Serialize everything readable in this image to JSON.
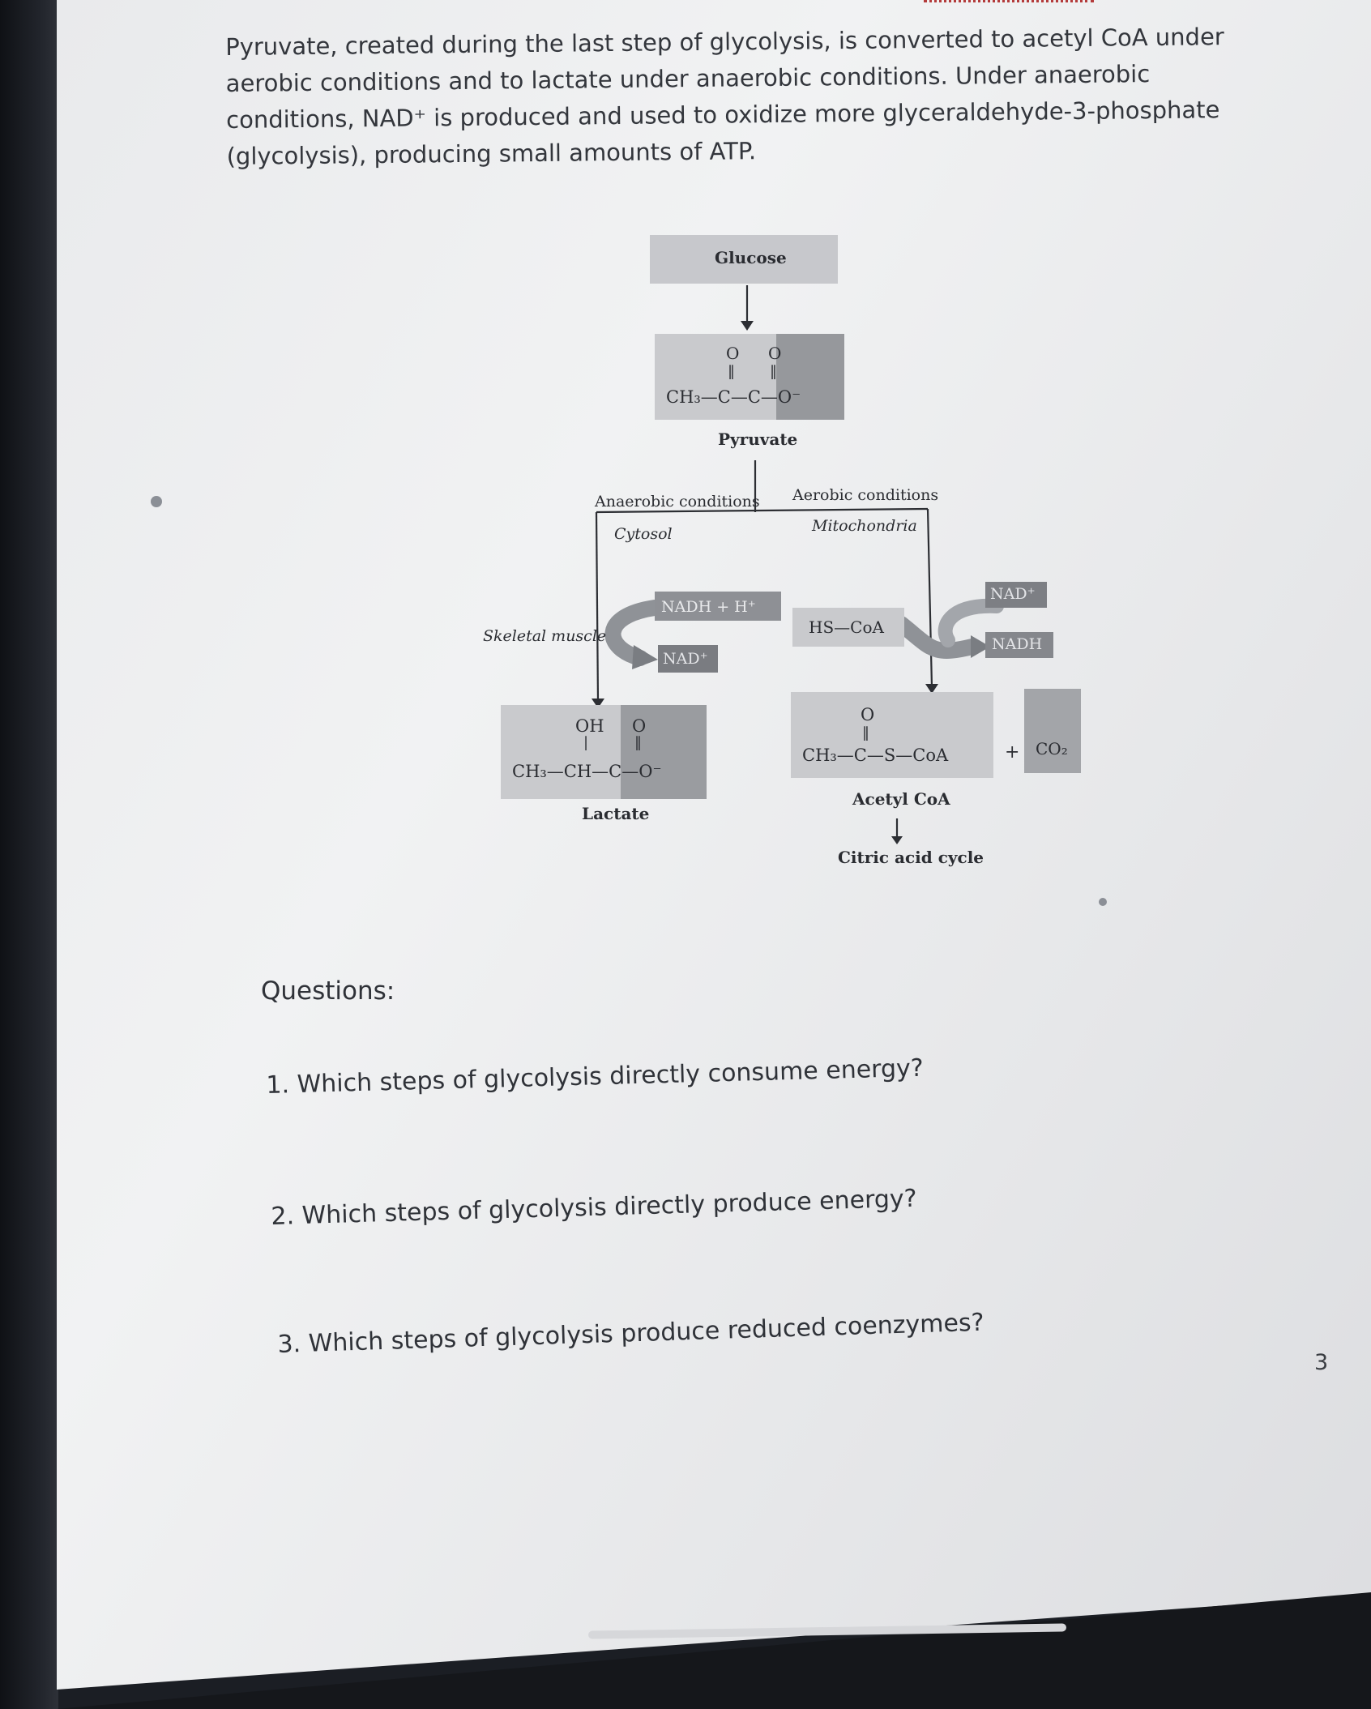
{
  "intro": {
    "text": "Pyruvate, created during the last step of glycolysis, is converted to acetyl CoA under aerobic conditions and to lactate under anaerobic conditions. Under anaerobic conditions, NAD⁺ is produced and used to oxidize more glyceraldehyde-3-phosphate (glycolysis), producing small amounts of ATP."
  },
  "diagram": {
    "glucose": "Glucose",
    "pyruvate": {
      "o1": "O",
      "o2": "O",
      "formula": "CH₃—C—C—O⁻",
      "name": "Pyruvate"
    },
    "anaerobic": {
      "title": "Anaerobic conditions",
      "location": "Cytosol"
    },
    "aerobic": {
      "title": "Aerobic conditions",
      "location": "Mitochondria"
    },
    "skeletal_muscle": "Skeletal muscle",
    "nadh_h": "NADH + H⁺",
    "nad_left": "NAD⁺",
    "hs_coa": "HS—CoA",
    "nad_right": "NAD⁺",
    "nadh_right": "NADH",
    "lactate": {
      "oh": "OH",
      "o": "O",
      "formula": "CH₃—CH—C—O⁻",
      "name": "Lactate"
    },
    "acetyl_coa": {
      "o": "O",
      "formula": "CH₃—C—S—CoA",
      "name": "Acetyl CoA"
    },
    "plus": "+",
    "co2": "CO₂",
    "citric": "Citric acid cycle"
  },
  "questions": {
    "heading": "Questions:",
    "q1": "1. Which steps of glycolysis directly consume energy?",
    "q2": "2.  Which steps of glycolysis directly produce energy?",
    "q3": "3. Which steps of glycolysis produce reduced coenzymes?"
  },
  "page_number": "3"
}
